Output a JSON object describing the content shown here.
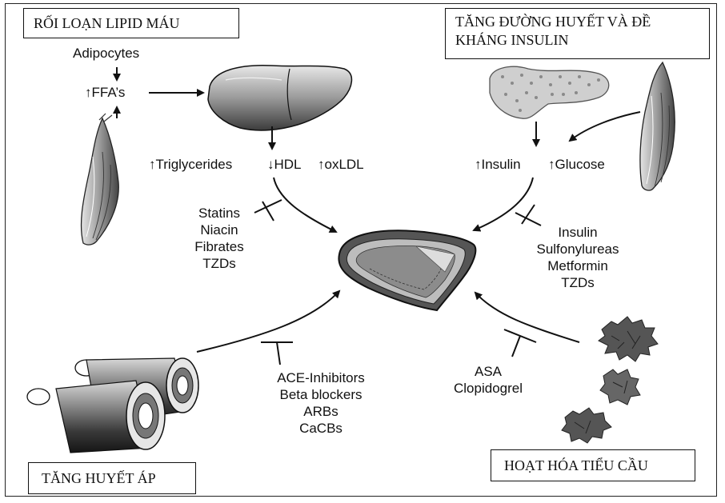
{
  "boxes": {
    "dyslipidemia": "RỐI LOẠN LIPID MÁU",
    "hyperglycemia_line1": "TĂNG ĐƯỜNG HUYẾT VÀ ĐỀ",
    "hyperglycemia_line2": "KHÁNG INSULIN",
    "hypertension": "TĂNG HUYẾT ÁP",
    "platelet": "HOẠT HÓA TIỂU CẦU"
  },
  "lipid": {
    "adipocytes": "Adipocytes",
    "ffa": "↑FFA’s",
    "triglycerides": "↑Triglycerides",
    "hdl": "↓HDL",
    "oxldl": "↑oxLDL"
  },
  "glucose": {
    "insulin": "↑Insulin",
    "glucose": "↑Glucose"
  },
  "treatments": {
    "lipid": [
      "Statins",
      "Niacin",
      "Fibrates",
      "TZDs"
    ],
    "glucose": [
      "Insulin",
      "Sulfonylureas",
      "Metformin",
      "TZDs"
    ],
    "hypertension": [
      "ACE-Inhibitors",
      "Beta blockers",
      "ARBs",
      "CaCBs"
    ],
    "platelet": [
      "ASA",
      "Clopidogrel"
    ]
  },
  "icons": [
    "muscle-icon",
    "liver-icon",
    "pancreas-icon",
    "artery-icon",
    "blood-vessel-icon",
    "platelet-icon"
  ]
}
